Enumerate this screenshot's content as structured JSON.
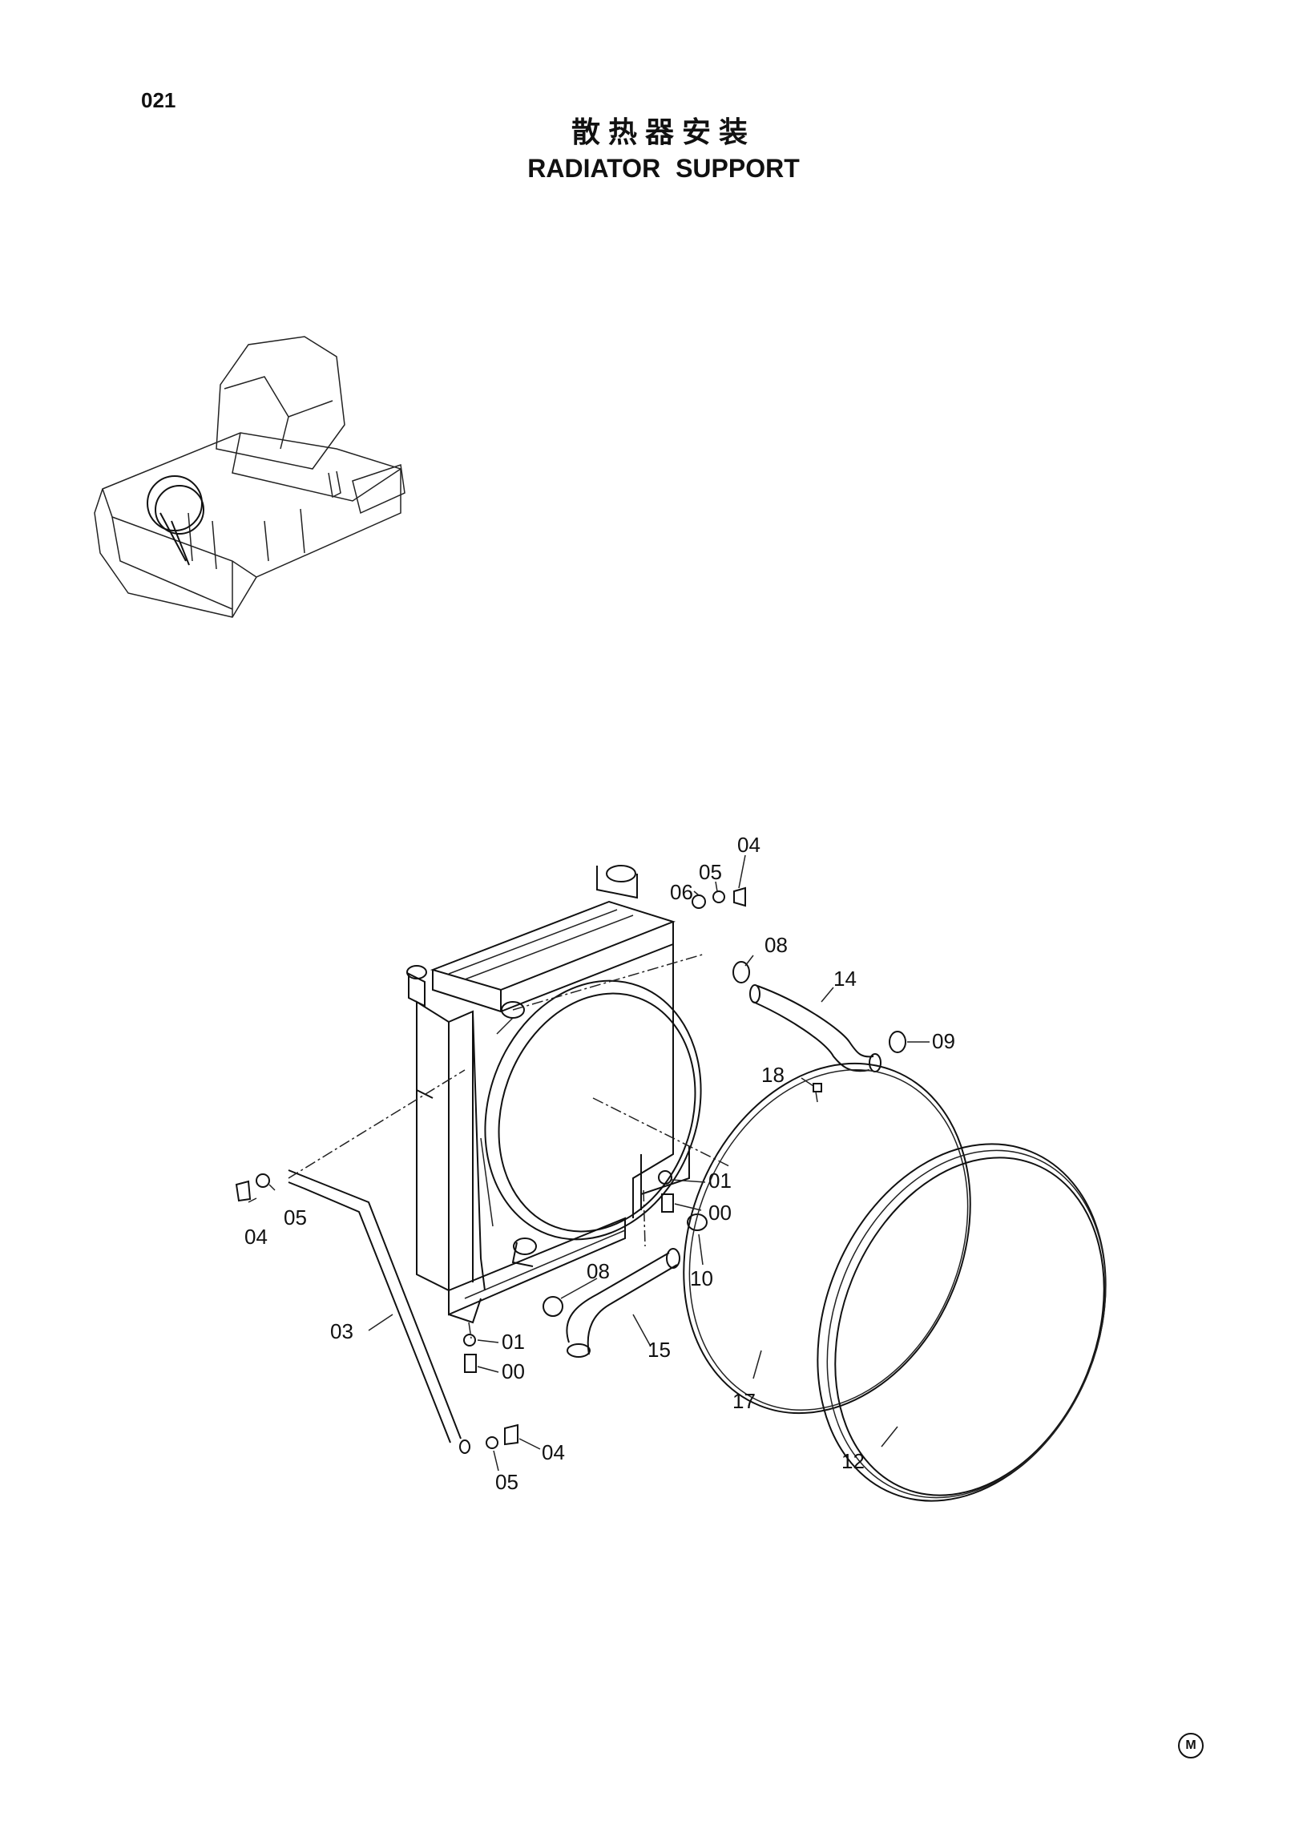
{
  "page_number": "021",
  "title_cn": "散热器安装",
  "title_en": "RADIATOR SUPPORT",
  "callouts": [
    "04",
    "05",
    "06",
    "08",
    "14",
    "09",
    "18",
    "01",
    "00",
    "05",
    "04",
    "08",
    "10",
    "03",
    "01",
    "00",
    "15",
    "17",
    "04",
    "12",
    "05"
  ],
  "footer_mark": "M"
}
